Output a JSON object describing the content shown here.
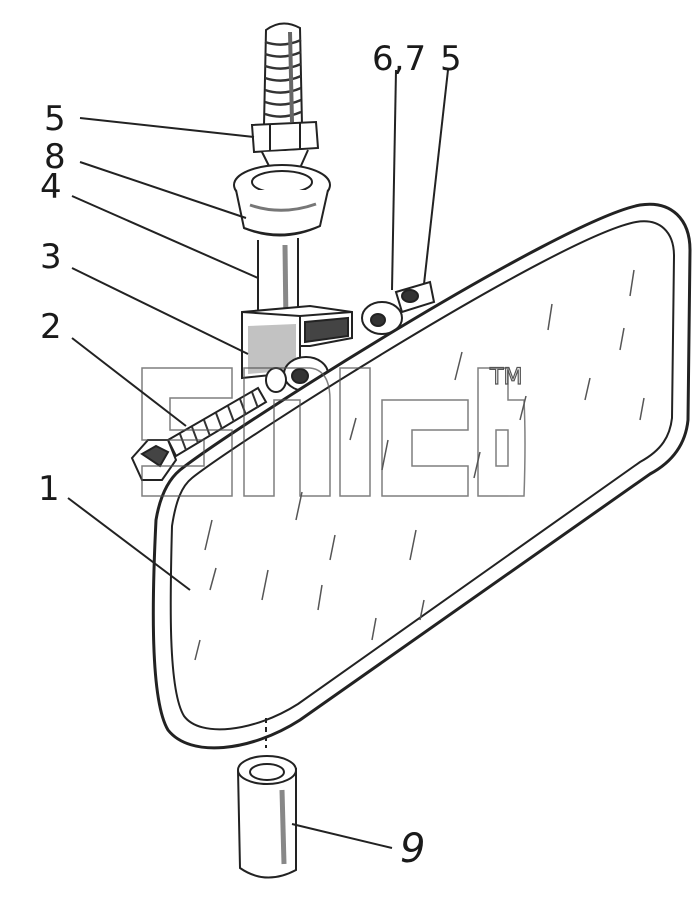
{
  "callouts": {
    "c5_left": "5",
    "c8": "8",
    "c4": "4",
    "c3": "3",
    "c2": "2",
    "c1": "1",
    "c67": "6,7",
    "c5_right": "5",
    "c9": "9"
  },
  "watermark": {
    "trademark": "TM"
  },
  "colors": {
    "line": "#222222",
    "shade": "#777777",
    "background": "#ffffff"
  }
}
